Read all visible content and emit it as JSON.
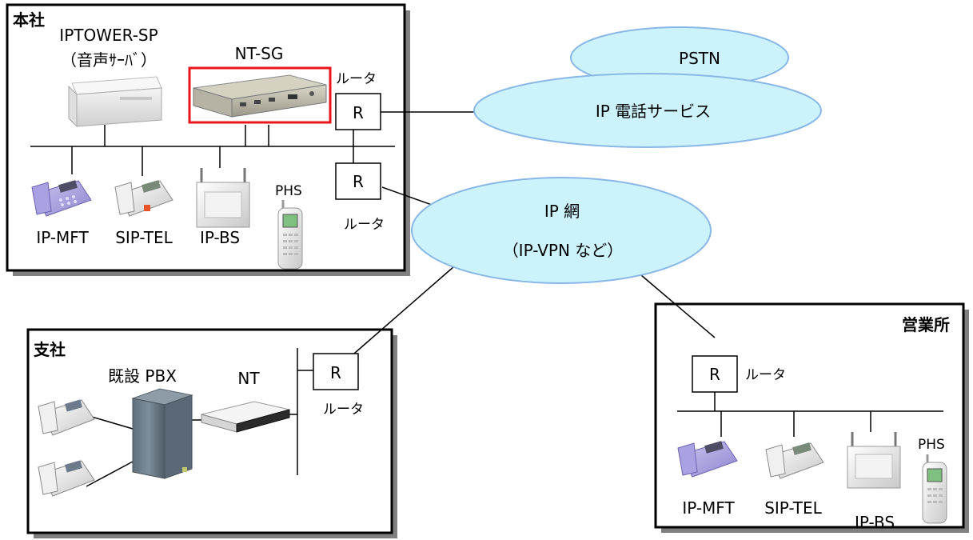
{
  "diagram": {
    "sites": {
      "hq": {
        "title": "本社",
        "server_name": "IPTOWER-SP",
        "server_sub": "（音声ｻｰﾊﾞ）",
        "gateway": "NT-SG",
        "router_upper": {
          "symbol": "R",
          "label": "ルータ"
        },
        "router_lower": {
          "symbol": "R",
          "label": "ルータ"
        },
        "devices": [
          "IP-MFT",
          "SIP-TEL",
          "IP-BS"
        ],
        "phs": "PHS"
      },
      "branch": {
        "title": "支社",
        "pbx": "既設 PBX",
        "nt": "NT",
        "router": {
          "symbol": "R",
          "label": "ルータ"
        }
      },
      "sales": {
        "title": "営業所",
        "router": {
          "symbol": "R",
          "label": "ルータ"
        },
        "devices": [
          "IP-MFT",
          "SIP-TEL",
          "IP-BS"
        ],
        "phs": "PHS"
      }
    },
    "networks": {
      "pstn": "PSTN",
      "ip_phone_service": "IP 電話サービス",
      "ip_net": "IP 網",
      "ip_net_sub": "（IP-VPN など）"
    },
    "colors": {
      "cloud_fill": "#ccf2fb",
      "cloud_stroke": "#8ab8e6",
      "highlight": "#e8161b",
      "frame": "#000000",
      "shadow": "#7f7f7f"
    },
    "icons": [
      "phone-icon",
      "server-icon",
      "gateway-icon",
      "base-station-icon",
      "phs-handset-icon",
      "pbx-cabinet-icon",
      "nt-device-icon"
    ]
  }
}
